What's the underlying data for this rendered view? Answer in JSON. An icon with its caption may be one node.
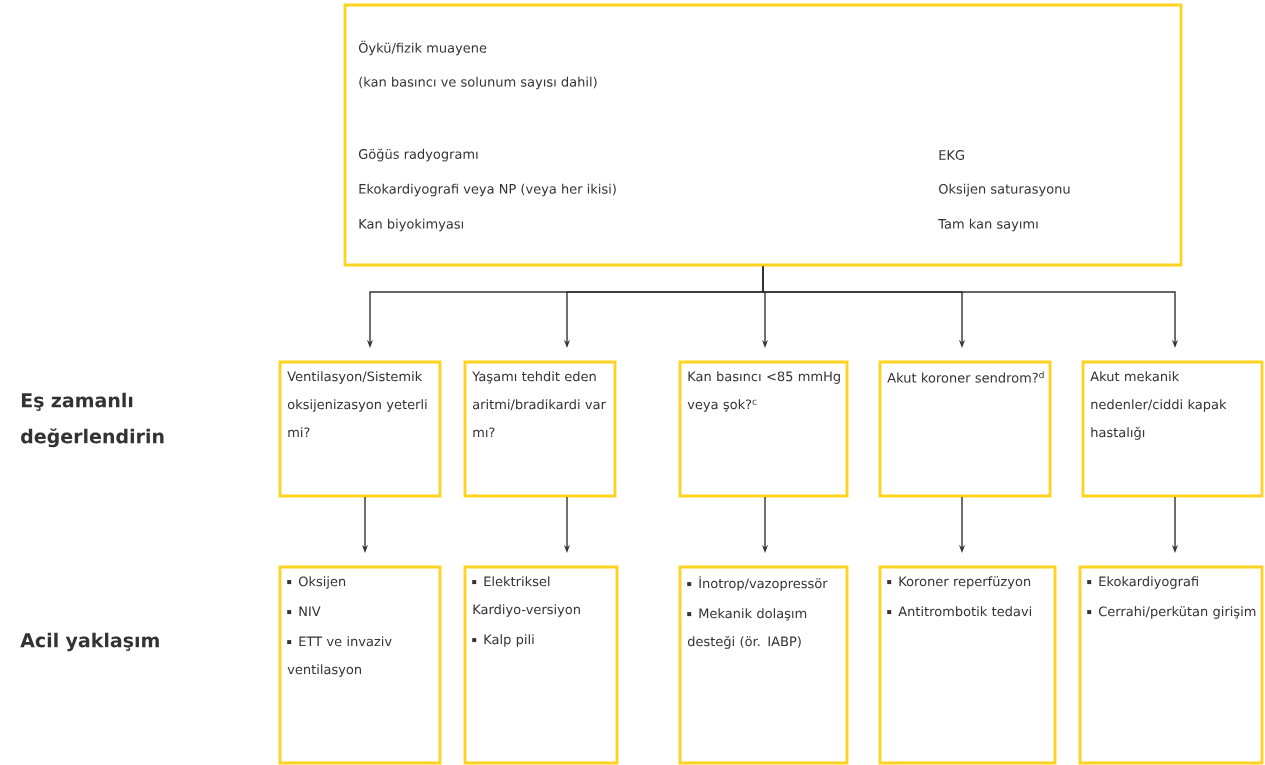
{
  "diagram": {
    "nodes": [
      {
        "text": [
          "Öykü/fizik muayene",
          "(kan basıncı ve solunum sayısı dahil)",
          "Göğüs radyogramı",
          "Ekokardiyografi veya NP (veya her ikisi)",
          "Kan biyokimyası",
          "EKG",
          "Oksijen saturasyonu",
          "Tam kan sayımı"
        ]
      },
      {
        "text": [
          "Ventilasyon/Sistemik oksijenizasyon yeterli mi?"
        ]
      },
      {
        "text": [
          "Yaşamı tehdit eden aritmi/bradikardi var mı?"
        ]
      },
      {
        "text": [
          "Kan basıncı <85 mmHg veya şok?$^{c}$"
        ]
      },
      {
        "text": [
          "Akut koroner sendrom?$^{d}$"
        ]
      },
      {
        "text": [
          "Akut mekanik nedenler/ciddi kapak hastalığı"
        ]
      },
      {
        "text": [
          "Oksijen",
          "NIV",
          "ETT ve invaziv ventilasyon"
        ]
      },
      {
        "text": [
          "Elektriksel Kardiyo-versiyon",
          "Kalp pili"
        ]
      },
      {
        "text": [
          "İnotrop/vazopressör",
          "Mekanik dolaşım desteği (ör. IABP)"
        ]
      },
      {
        "text": [
          "Koroner reperfüzyon",
          "Antitrombotik tedavi"
        ]
      },
      {
        "text": [
          "Ekokardiyografi",
          "Cerrahi/perkütan girişim"
        ]
      }
    ],
    "edges": [
      {
        "from": 0,
        "to": 1,
        "arrow": "to"
      },
      {
        "from": 0,
        "to": 2,
        "arrow": "to"
      },
      {
        "from": 0,
        "to": 3,
        "arrow": "to"
      },
      {
        "from": 0,
        "to": 4,
        "arrow": "to"
      },
      {
        "from": 0,
        "to": 5,
        "arrow": "to"
      },
      {
        "from": 1,
        "to": 6,
        "arrow": "to"
      },
      {
        "from": 2,
        "to": 7,
        "arrow": "to"
      },
      {
        "from": 3,
        "to": 8,
        "arrow": "to"
      },
      {
        "from": 4,
        "to": 9,
        "arrow": "to"
      },
      {
        "from": 5,
        "to": 10,
        "arrow": "to"
      }
    ],
    "labels": [
      "Eş zamanlı değerlendirin",
      "Acil yaklaşım"
    ]
  }
}
